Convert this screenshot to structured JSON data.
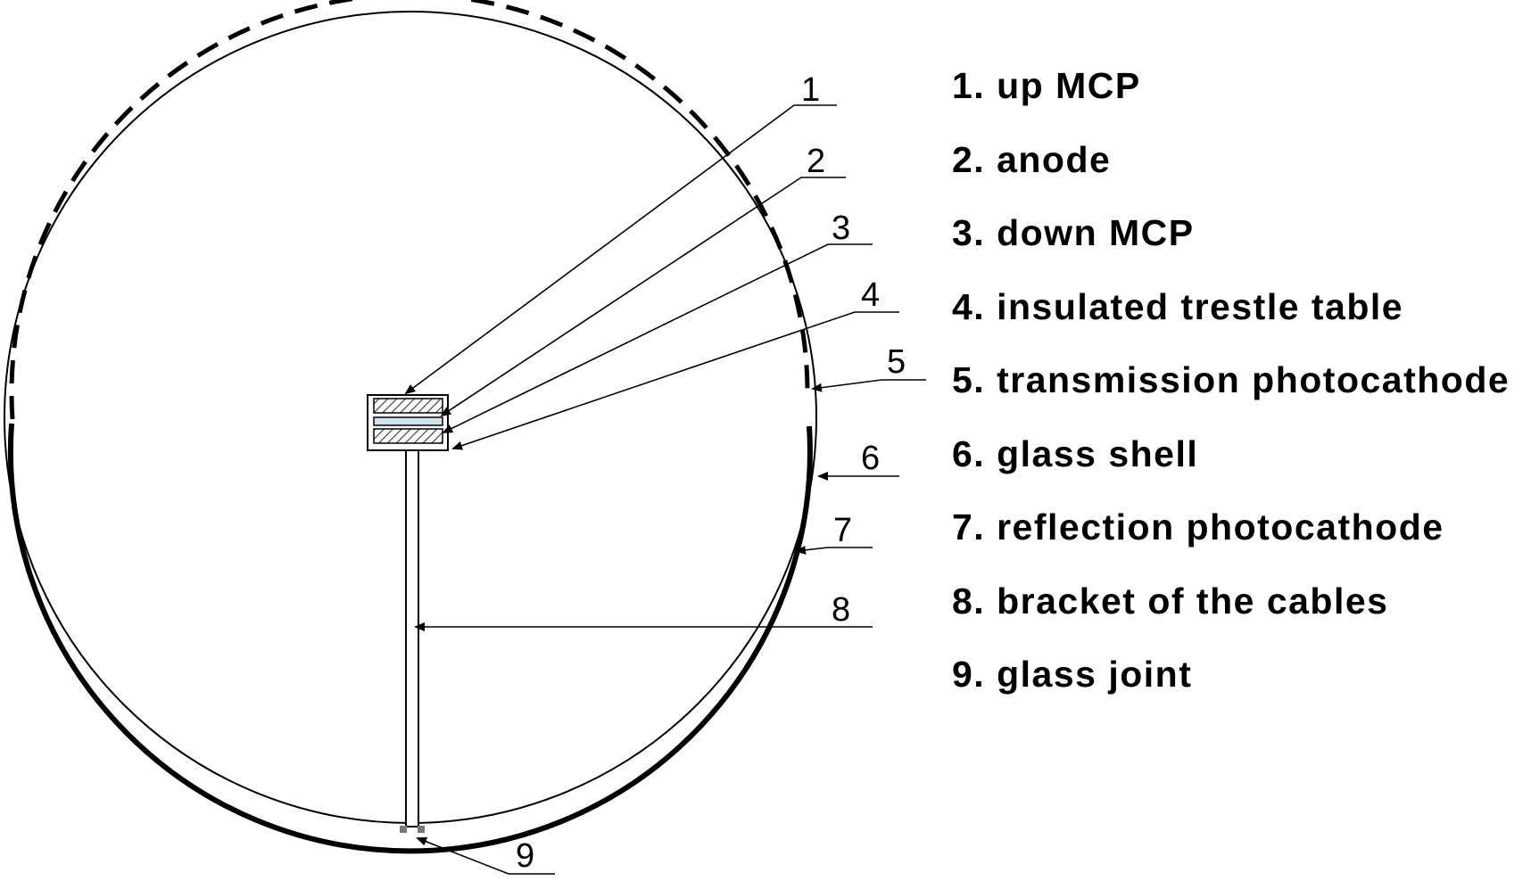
{
  "callouts": [
    {
      "id": "1",
      "label": "1"
    },
    {
      "id": "2",
      "label": "2"
    },
    {
      "id": "3",
      "label": "3"
    },
    {
      "id": "4",
      "label": "4"
    },
    {
      "id": "5",
      "label": "5"
    },
    {
      "id": "6",
      "label": "6"
    },
    {
      "id": "7",
      "label": "7"
    },
    {
      "id": "8",
      "label": "8"
    },
    {
      "id": "9",
      "label": "9"
    }
  ],
  "legend": [
    "1. up MCP",
    "2. anode",
    "3. down MCP",
    "4. insulated trestle table",
    "5. transmission photocathode",
    "6. glass shell",
    "7. reflection photocathode",
    "8. bracket of the cables",
    "9. glass joint"
  ],
  "colors": {
    "line": "#000000",
    "mcp_fill": "#b0b0b0",
    "anode_fill": "#cfe3ea"
  }
}
